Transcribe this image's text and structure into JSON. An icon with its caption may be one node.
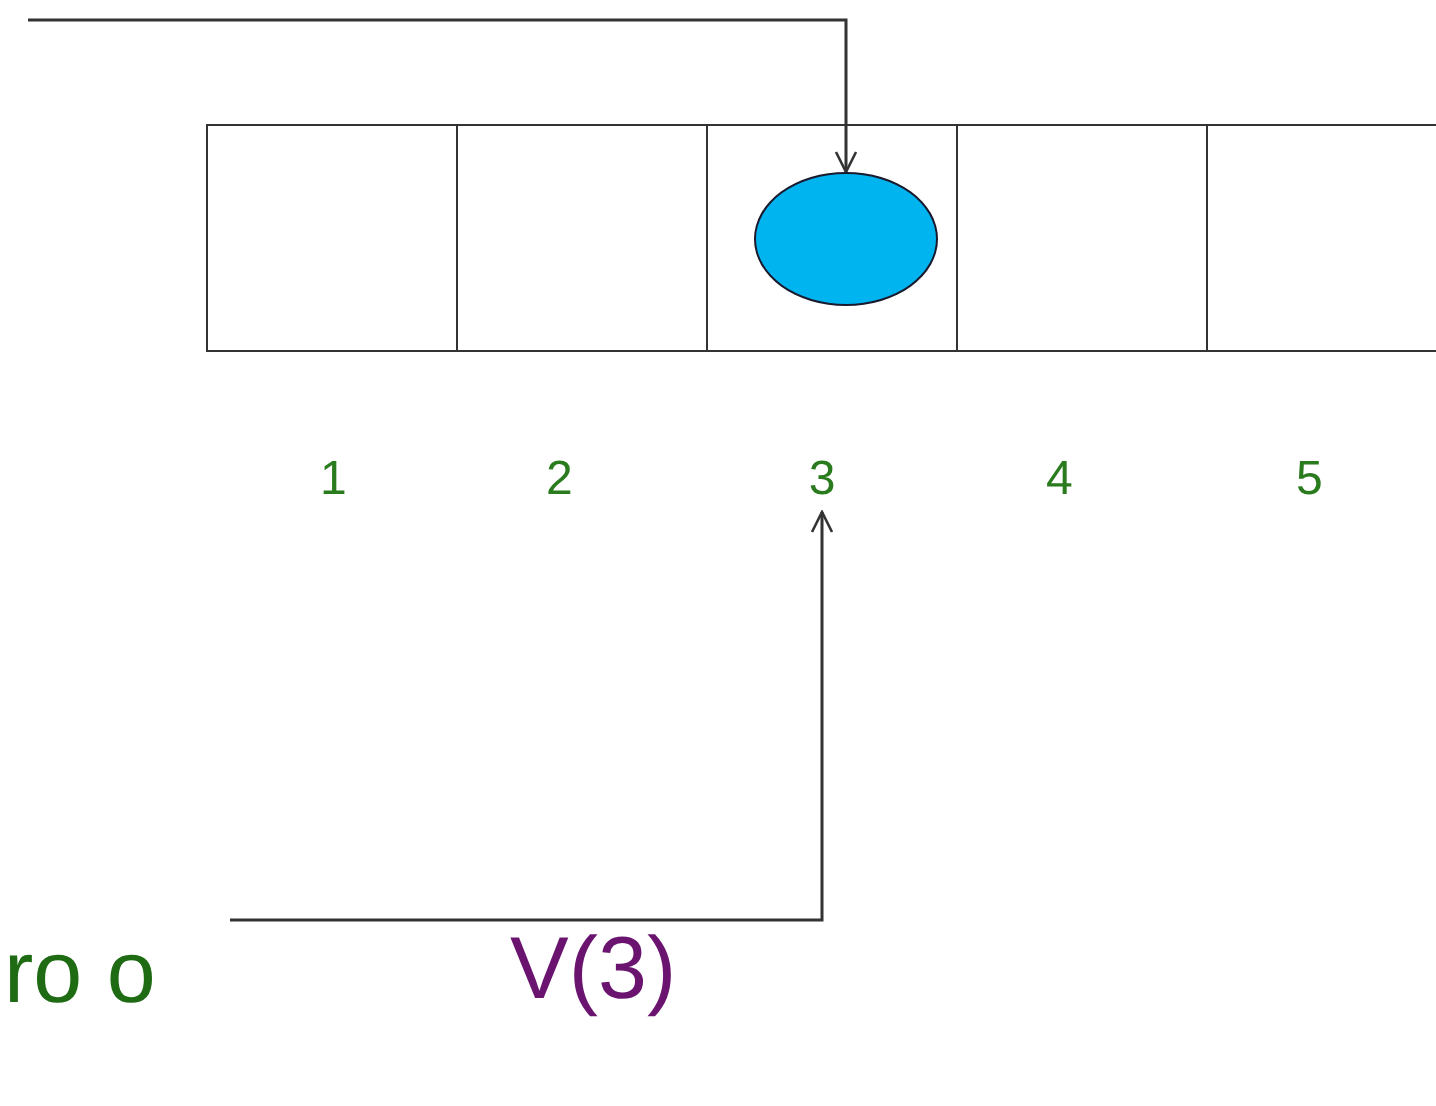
{
  "diagram": {
    "nodes": [
      {
        "text": [],
        "shape": "box"
      },
      {
        "text": [],
        "shape": "box"
      },
      {
        "text": [],
        "shape": "box"
      },
      {
        "text": [],
        "shape": "box"
      },
      {
        "text": [],
        "shape": "box"
      },
      {
        "text": [],
        "shape": "circle",
        "in": 2
      },
      {
        "text": [
          "3"
        ]
      }
    ],
    "edges": [
      {
        "from": null,
        "to": 5,
        "arrow": "to"
      },
      {
        "from": null,
        "to": 6,
        "arrow": "to"
      }
    ],
    "labels": [
      "1",
      "2",
      "4",
      "5",
      "ro o",
      "V(3)"
    ]
  }
}
